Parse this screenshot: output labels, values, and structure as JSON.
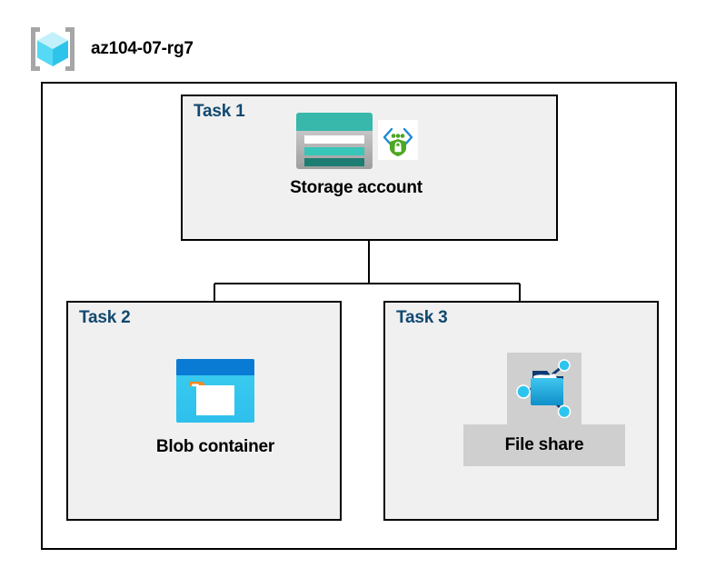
{
  "header": {
    "resource_group_icon": "azure-resource-group-icon",
    "title": "az104-07-rg7"
  },
  "diagram": {
    "container_name": "resource-group-container",
    "colors": {
      "box_fill": "#f0f0f0",
      "box_border": "#000000",
      "task_label": "#11496f",
      "caption": "#000000",
      "highlight_block": "#cfcfcf",
      "connector": "#000000",
      "storage_teal": "#37b8ab",
      "storage_teal_dark": "#1d7d72",
      "blob_blue": "#0a7bd4",
      "blob_cyan": "#32c8f0",
      "blob_orange": "#f28b25",
      "share_cyan": "#32c8f0",
      "share_blue": "#0f7ec0",
      "shield_green": "#4ca721",
      "cube_cyan": "#50dcf5"
    },
    "tasks": [
      {
        "id": "task-1",
        "label": "Task 1",
        "node": {
          "name": "storage-account",
          "caption": "Storage account",
          "icons": [
            "storage-account-icon",
            "secure-endpoint-icon"
          ],
          "highlighted": false
        }
      },
      {
        "id": "task-2",
        "label": "Task 2",
        "node": {
          "name": "blob-container",
          "caption": "Blob container",
          "icons": [
            "blob-container-icon"
          ],
          "highlighted": false
        }
      },
      {
        "id": "task-3",
        "label": "Task 3",
        "node": {
          "name": "file-share",
          "caption": "File share",
          "icons": [
            "file-share-icon"
          ],
          "highlighted": true
        }
      }
    ],
    "connections": [
      {
        "from": "storage-account",
        "to": "blob-container"
      },
      {
        "from": "storage-account",
        "to": "file-share"
      }
    ]
  }
}
